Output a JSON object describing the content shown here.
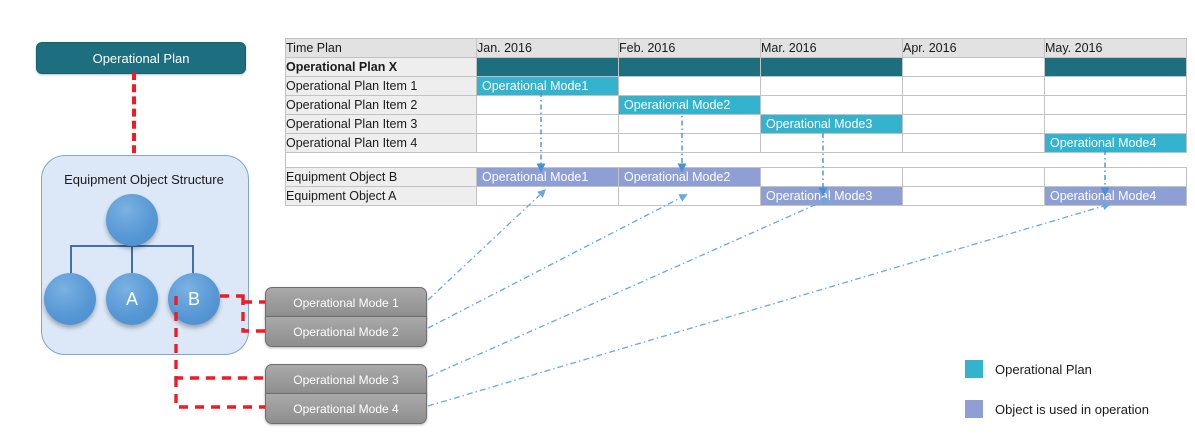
{
  "diagram": {
    "plan_box_label": "Operational Plan",
    "structure_title": "Equipment Object Structure",
    "nodes": [
      {
        "label": ""
      },
      {
        "label": ""
      },
      {
        "label": "A"
      },
      {
        "label": "B"
      }
    ],
    "modes": [
      {
        "label": "Operational Mode 1"
      },
      {
        "label": "Operational Mode 2"
      },
      {
        "label": "Operational Mode 3"
      },
      {
        "label": "Operational Mode 4"
      }
    ]
  },
  "table": {
    "corner_label": "Time Plan",
    "months": [
      "Jan. 2016",
      "Feb. 2016",
      "Mar. 2016",
      "Apr. 2016",
      "May. 2016"
    ],
    "rows": [
      {
        "label": "Operational Plan X",
        "bold": true,
        "cells": [
          {
            "text": "",
            "style": "head"
          },
          {
            "text": "",
            "style": "head"
          },
          {
            "text": "",
            "style": "head"
          },
          {
            "text": "",
            "style": "empty"
          },
          {
            "text": "",
            "style": "head"
          }
        ]
      },
      {
        "label": "Operational Plan Item 1",
        "bold": false,
        "cells": [
          {
            "text": "Operational Mode1",
            "style": "plan"
          },
          {
            "text": "",
            "style": "empty"
          },
          {
            "text": "",
            "style": "empty"
          },
          {
            "text": "",
            "style": "empty"
          },
          {
            "text": "",
            "style": "empty"
          }
        ]
      },
      {
        "label": "Operational Plan Item 2",
        "bold": false,
        "cells": [
          {
            "text": "",
            "style": "empty"
          },
          {
            "text": "Operational Mode2",
            "style": "plan"
          },
          {
            "text": "",
            "style": "empty"
          },
          {
            "text": "",
            "style": "empty"
          },
          {
            "text": "",
            "style": "empty"
          }
        ]
      },
      {
        "label": "Operational Plan Item 3",
        "bold": false,
        "cells": [
          {
            "text": "",
            "style": "empty"
          },
          {
            "text": "",
            "style": "empty"
          },
          {
            "text": "Operational Mode3",
            "style": "plan"
          },
          {
            "text": "",
            "style": "empty"
          },
          {
            "text": "",
            "style": "empty"
          }
        ]
      },
      {
        "label": "Operational Plan Item 4",
        "bold": false,
        "cells": [
          {
            "text": "",
            "style": "empty"
          },
          {
            "text": "",
            "style": "empty"
          },
          {
            "text": "",
            "style": "empty"
          },
          {
            "text": "",
            "style": "empty"
          },
          {
            "text": "Operational Mode4",
            "style": "plan"
          }
        ]
      },
      {
        "label": "Equipment Object B",
        "bold": false,
        "cells": [
          {
            "text": "Operational Mode1",
            "style": "obj"
          },
          {
            "text": "Operational Mode2",
            "style": "obj"
          },
          {
            "text": "",
            "style": "empty"
          },
          {
            "text": "",
            "style": "empty"
          },
          {
            "text": "",
            "style": "empty"
          }
        ]
      },
      {
        "label": "Equipment Object A",
        "bold": false,
        "cells": [
          {
            "text": "",
            "style": "empty"
          },
          {
            "text": "",
            "style": "empty"
          },
          {
            "text": "Operational Mode3",
            "style": "obj"
          },
          {
            "text": "",
            "style": "empty"
          },
          {
            "text": "Operational Mode4",
            "style": "obj"
          }
        ]
      }
    ]
  },
  "legend": {
    "items": [
      {
        "label": "Operational Plan",
        "color": "#33b3cd"
      },
      {
        "label": "Object is used in operation",
        "color": "#8e9fd5"
      }
    ]
  },
  "colors": {
    "dark_teal": "#1d6f80",
    "plan_teal": "#33b3cd",
    "object_blue": "#8e9fd5",
    "red_link": "#ee1c25",
    "node_blue": "#5596d4",
    "mode_gray": "#8e8e8e",
    "arrow_blue": "#4a90d9"
  }
}
